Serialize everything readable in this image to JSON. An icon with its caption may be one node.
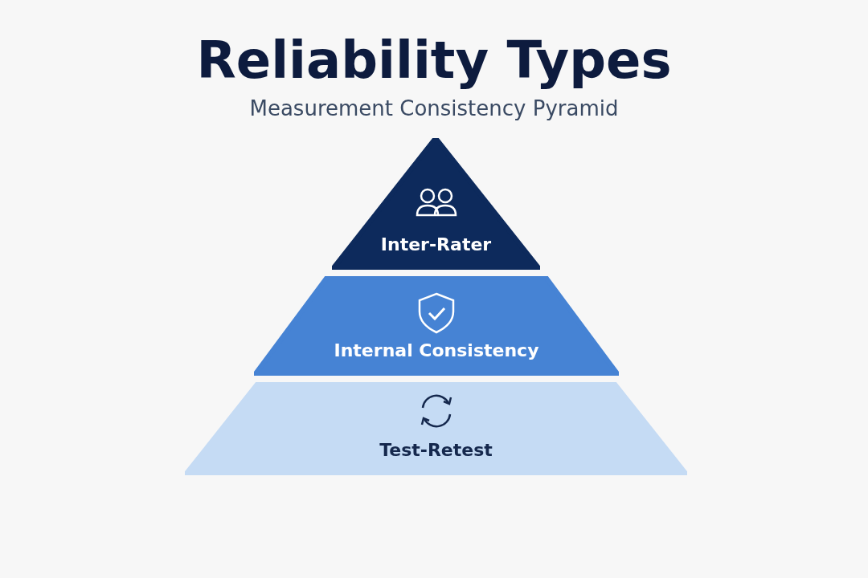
{
  "diagram": {
    "title": "Reliability Types",
    "nodes": [
      {
        "text": [
          "Inter-Rater"
        ]
      },
      {
        "text": [
          "Internal Consistency"
        ]
      },
      {
        "text": [
          "Test-Retest"
        ]
      }
    ],
    "labels": [
      "Measurement Consistency Pyramid"
    ]
  }
}
